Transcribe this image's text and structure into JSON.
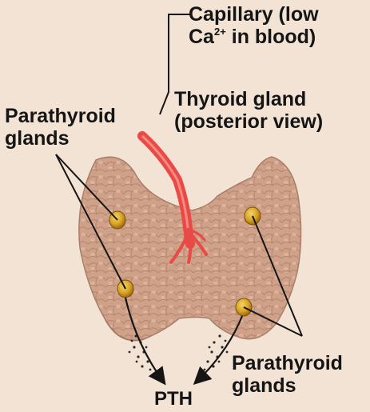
{
  "capillary_label": {
    "line1": "Capillary (low",
    "ca": "Ca",
    "sup": "2+",
    "rest": " in blood)"
  },
  "thyroid_label": {
    "line1": "Thyroid gland",
    "line2": "(posterior view)"
  },
  "parathyroid_left_label": {
    "line1": "Parathyroid",
    "line2": "glands"
  },
  "parathyroid_right_label": {
    "line1": "Parathyroid",
    "line2": "glands"
  },
  "pth_label": "PTH",
  "colors": {
    "background": "#f3e3d4",
    "gland_fill": "#cfa188",
    "gland_outline": "#a87e69",
    "capillary": "#e94a46",
    "parathyroid": "#d9a324",
    "text": "#151515"
  }
}
